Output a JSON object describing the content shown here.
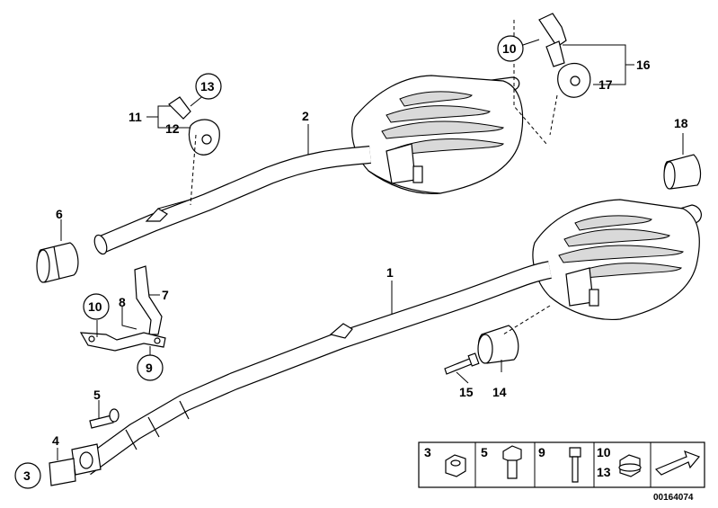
{
  "callouts": {
    "c1": "1",
    "c2": "2",
    "c3": "3",
    "c4": "4",
    "c5": "5",
    "c6": "6",
    "c7": "7",
    "c8": "8",
    "c9": "9",
    "c10a": "10",
    "c10b": "10",
    "c11": "11",
    "c12": "12",
    "c13": "13",
    "c14": "14",
    "c15": "15",
    "c16": "16",
    "c17": "17",
    "c18": "18"
  },
  "legend": {
    "cell1": "3",
    "cell2": "5",
    "cell3": "9",
    "cell4_top": "10",
    "cell4_bottom": "13"
  },
  "doc_number": "00164074"
}
